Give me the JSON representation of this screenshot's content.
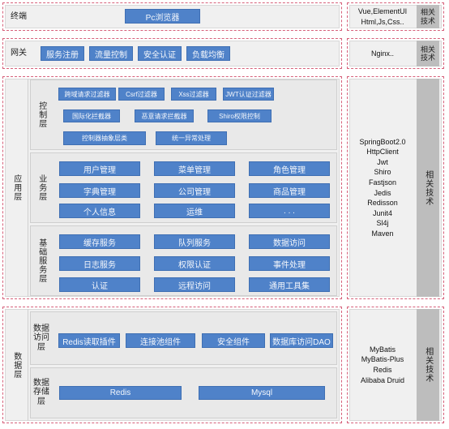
{
  "terminal": {
    "label": "终端",
    "items": [
      "Pc浏览器"
    ],
    "tech_label": "相关技术",
    "tech": [
      "Vue,ElementUI",
      "Html,Js,Css.."
    ]
  },
  "gateway": {
    "label": "网关",
    "items": [
      "服务注册",
      "流量控制",
      "安全认证",
      "负载均衡"
    ],
    "tech_label": "相关技术",
    "tech": [
      "Nginx.."
    ]
  },
  "app": {
    "label": "应用层",
    "control": {
      "label": "控制层",
      "row1": [
        "跨域请求过滤器",
        "Csrf过滤器",
        "Xss过滤器",
        "JWT认证过滤器"
      ],
      "row2": [
        "国际化拦截器",
        "恶意请求拦截器",
        "Shiro权限控制"
      ],
      "row3": [
        "控制器抽象层类",
        "统一异常处理"
      ]
    },
    "business": {
      "label": "业务层",
      "items": [
        "用户管理",
        "菜单管理",
        "角色管理",
        "字典管理",
        "公司管理",
        "商品管理",
        "个人信息",
        "运维",
        ". . ."
      ]
    },
    "base": {
      "label": "基础服务层",
      "items": [
        "缓存服务",
        "队列服务",
        "数据访问",
        "日志服务",
        "权限认证",
        "事件处理",
        "认证",
        "远程访问",
        "通用工具集"
      ]
    },
    "tech_label": "相关技术",
    "tech": [
      "SpringBoot2.0",
      "HttpClient",
      "Jwt",
      "Shiro",
      "Fastjson",
      "Jedis",
      "Redisson",
      "Junit4",
      "Sl4j",
      "Maven"
    ]
  },
  "data": {
    "label": "数据层",
    "access": {
      "label": "数据访问层",
      "items": [
        "Redis读取插件",
        "连接池组件",
        "安全组件",
        "数据库访问DAO"
      ]
    },
    "storage": {
      "label": "数据存储层",
      "items": [
        "Redis",
        "Mysql"
      ]
    },
    "tech_label": "相关技术",
    "tech": [
      "MyBatis",
      "MyBatis-Plus",
      "Redis",
      "Alibaba Druid"
    ]
  }
}
